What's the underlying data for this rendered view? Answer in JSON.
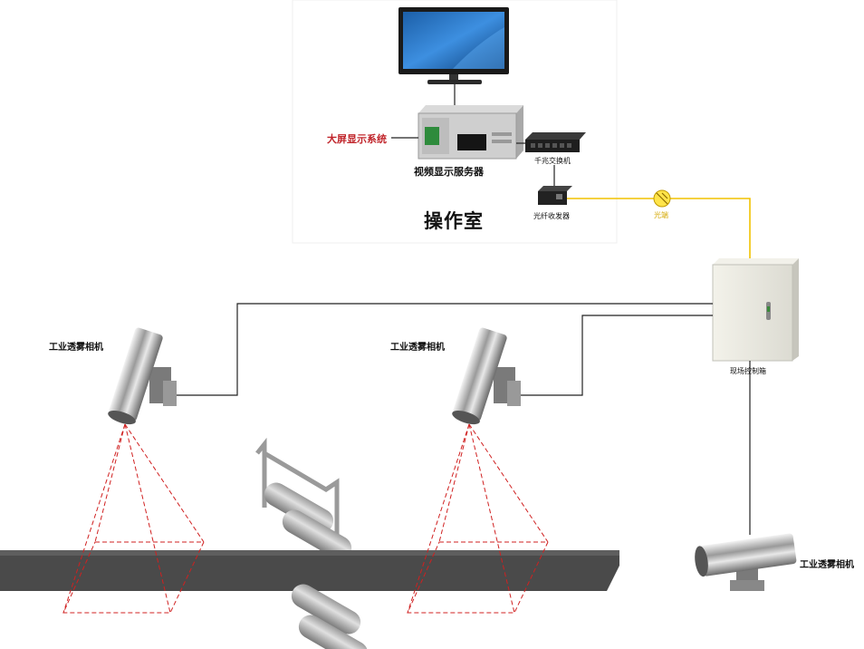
{
  "control_room": {
    "title": "操作室",
    "big_screen_label": "大屏显示系统",
    "server_label": "视频显示服务器",
    "switch_label": "千兆交换机",
    "transceiver_label": "光纤收发器"
  },
  "fiber_label": "光端",
  "control_box_label": "现场控制箱",
  "cameras": [
    {
      "label": "工业透雾相机"
    },
    {
      "label": "工业透雾相机"
    },
    {
      "label": "工业透雾相机"
    }
  ],
  "colors": {
    "fiber": "#f2c200",
    "cable": "#222222",
    "fov": "#d02020",
    "label_red": "#c0242a",
    "belt": "#4a4a4a",
    "cabinet": "#ecebe3"
  }
}
